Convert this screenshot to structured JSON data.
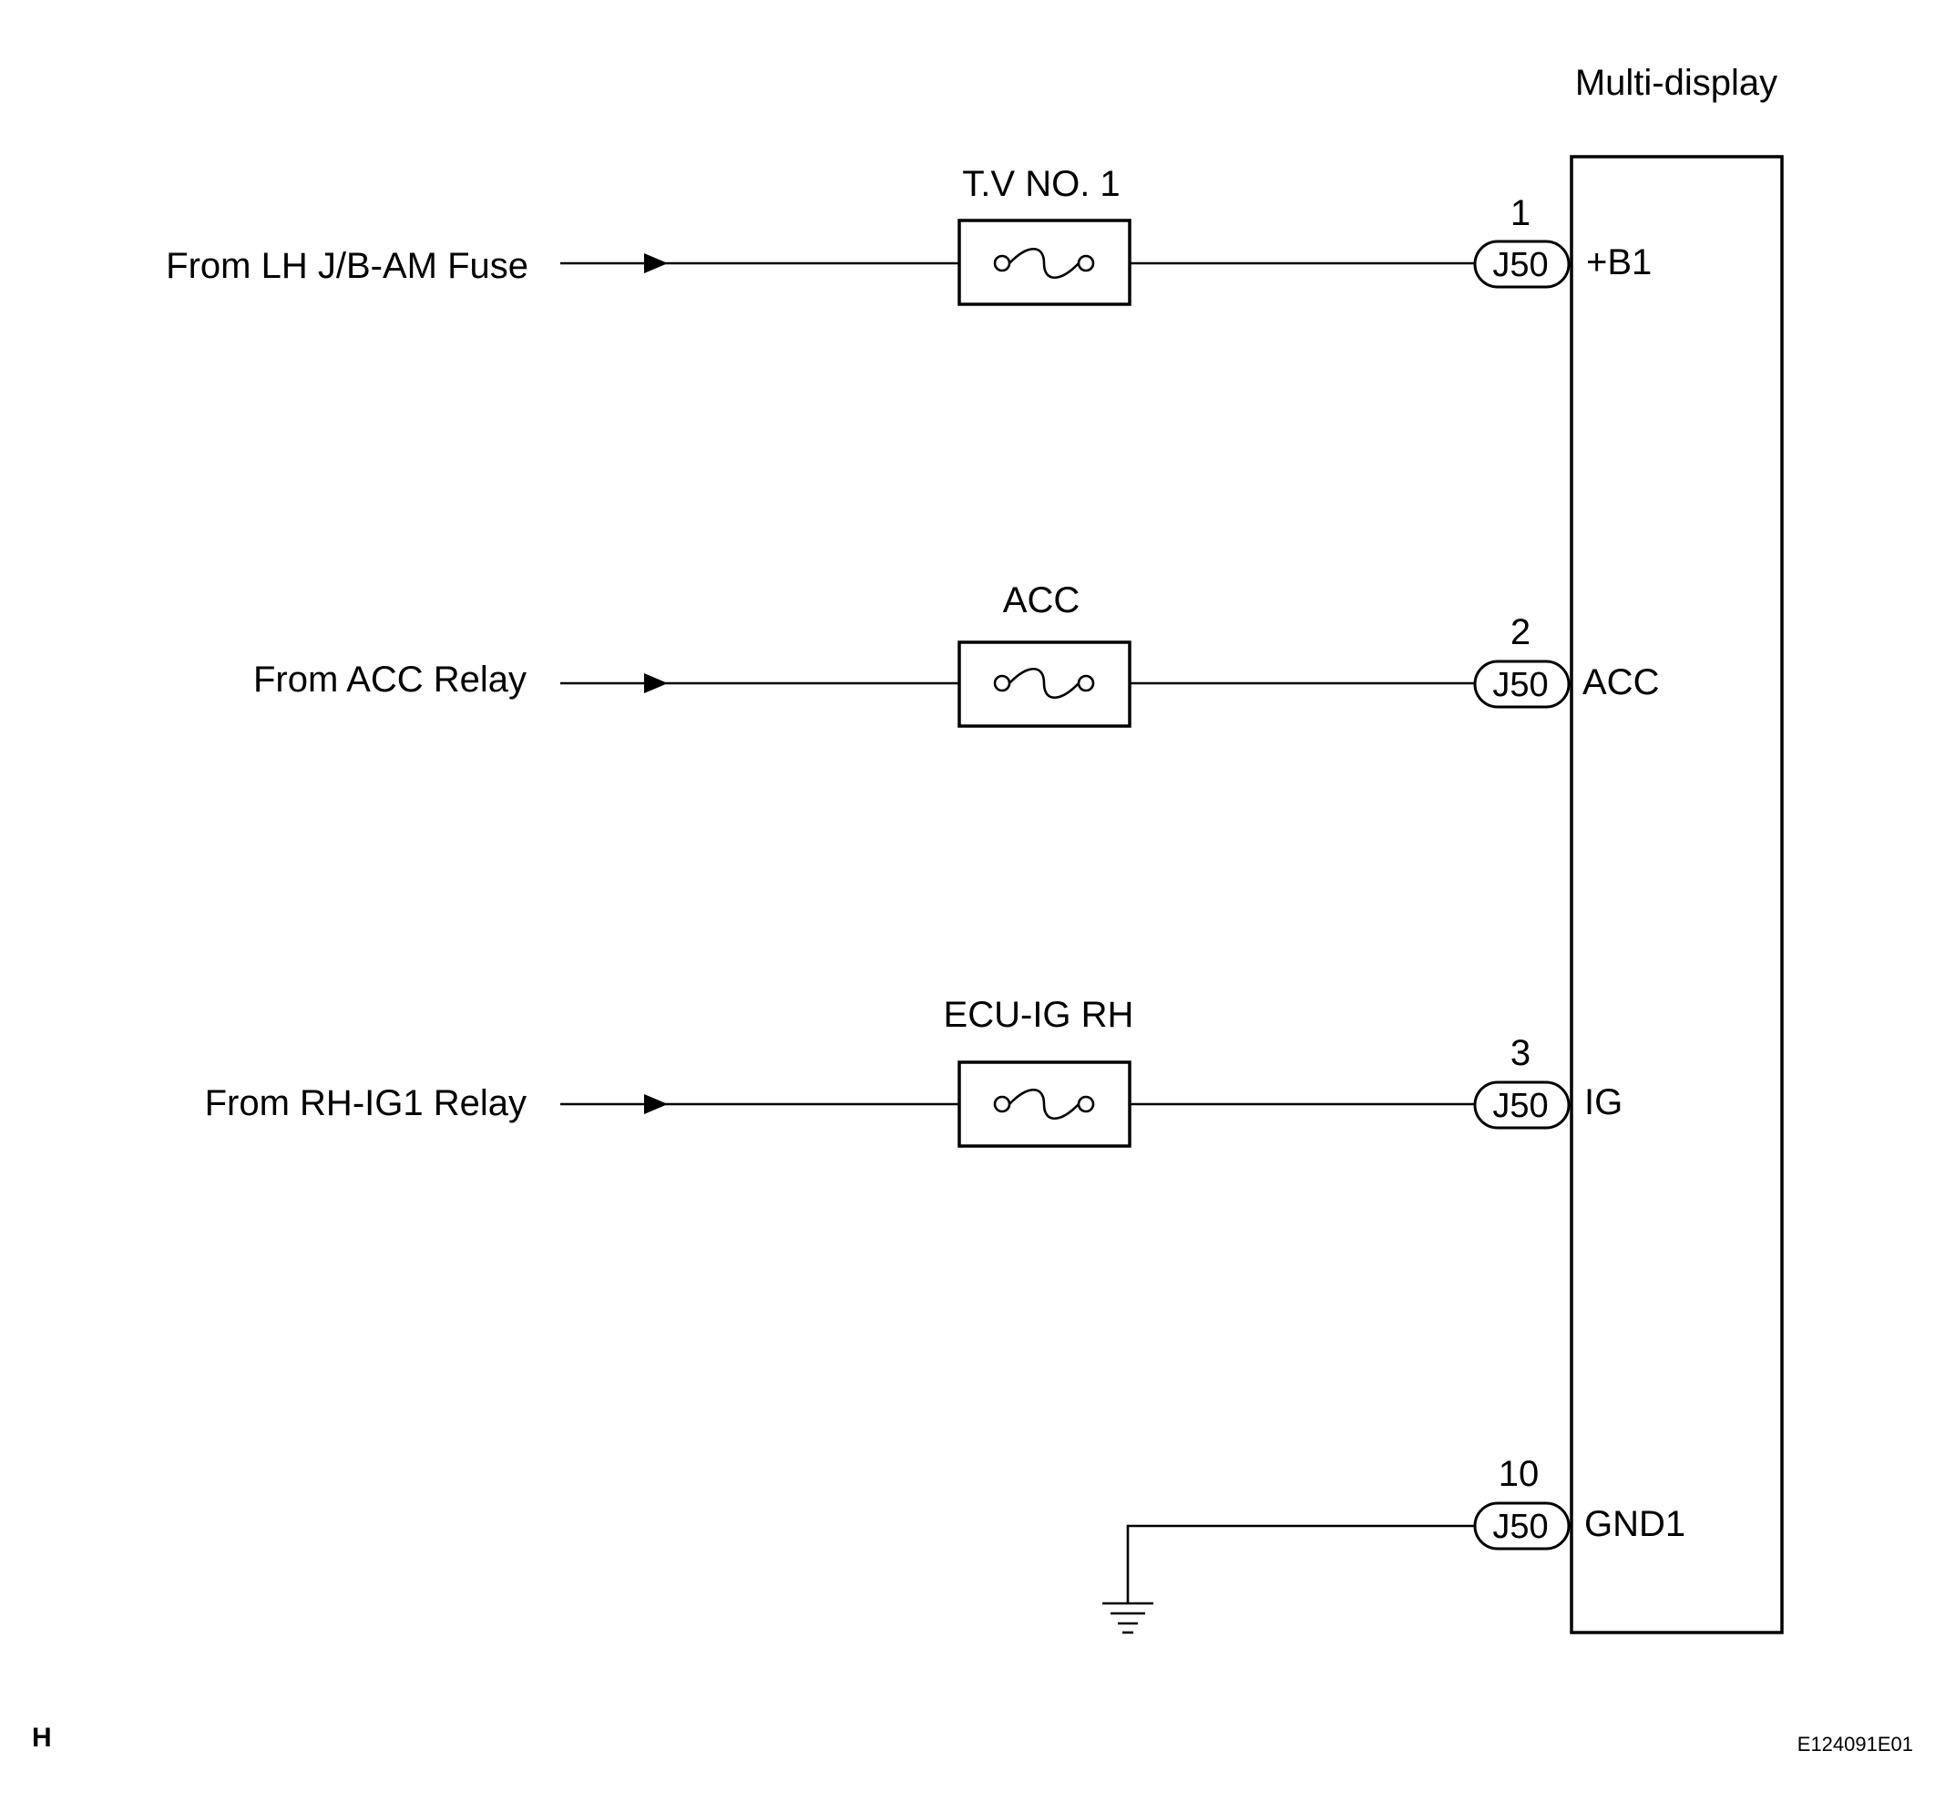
{
  "component": {
    "title": "Multi-display"
  },
  "circuits": [
    {
      "source": "From LH J/B-AM Fuse",
      "fuse": "T.V NO. 1",
      "pin": "1",
      "connector": "J50",
      "terminal": "+B1"
    },
    {
      "source": "From ACC Relay",
      "fuse": "ACC",
      "pin": "2",
      "connector": "J50",
      "terminal": "ACC"
    },
    {
      "source": "From RH-IG1 Relay",
      "fuse": "ECU-IG RH",
      "pin": "3",
      "connector": "J50",
      "terminal": "IG"
    }
  ],
  "ground": {
    "pin": "10",
    "connector": "J50",
    "terminal": "GND1"
  },
  "footer": {
    "corner_mark": "H",
    "figure_id": "E124091E01"
  }
}
